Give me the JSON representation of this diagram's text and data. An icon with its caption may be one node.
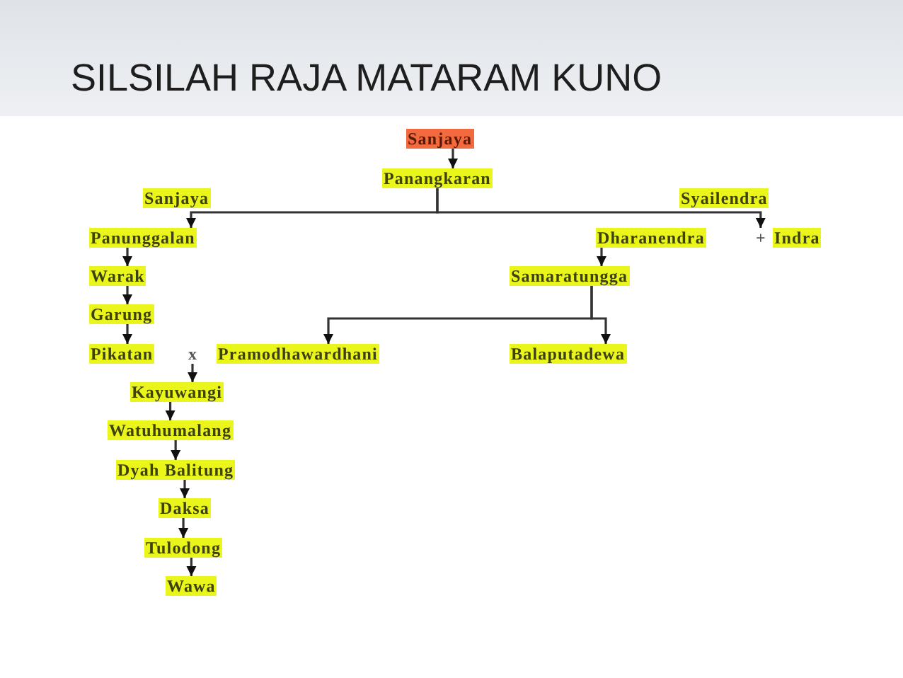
{
  "diagram": {
    "title": "SILSILAH RAJA MATARAM KUNO",
    "nodes": [
      {
        "text": [
          "Sanjaya"
        ]
      },
      {
        "text": [
          "Panangkaran"
        ]
      },
      {
        "text": [
          "Sanjaya"
        ]
      },
      {
        "text": [
          "Syailendra"
        ]
      },
      {
        "text": [
          "Panunggalan"
        ]
      },
      {
        "text": [
          "+"
        ]
      },
      {
        "text": [
          "Dharanendra"
        ]
      },
      {
        "text": [
          "Indra"
        ]
      },
      {
        "text": [
          "Warak"
        ]
      },
      {
        "text": [
          "Samaratungga"
        ]
      },
      {
        "text": [
          "Garung"
        ]
      },
      {
        "text": [
          "Pikatan"
        ]
      },
      {
        "text": [
          "x"
        ]
      },
      {
        "text": [
          "Pramodhawardhani"
        ]
      },
      {
        "text": [
          "Balaputadewa"
        ]
      },
      {
        "text": [
          "Kayuwangi"
        ]
      },
      {
        "text": [
          "Watuhumalang"
        ]
      },
      {
        "text": [
          "Dyah Balitung"
        ]
      },
      {
        "text": [
          "Daksa"
        ]
      },
      {
        "text": [
          "Tulodong"
        ]
      },
      {
        "text": [
          "Wawa"
        ]
      }
    ],
    "edges": [
      {
        "from": 0,
        "to": 1,
        "arrow": "to"
      },
      {
        "from": 1,
        "to": 4,
        "arrow": "to"
      },
      {
        "from": 1,
        "to": 5,
        "arrow": "to"
      },
      {
        "from": 4,
        "to": 8,
        "arrow": "to"
      },
      {
        "from": 8,
        "to": 10,
        "arrow": "to"
      },
      {
        "from": 10,
        "to": 11,
        "arrow": "to"
      },
      {
        "from": 6,
        "to": 9,
        "arrow": "to"
      },
      {
        "from": 9,
        "to": 13,
        "arrow": "to"
      },
      {
        "from": 9,
        "to": 14,
        "arrow": "to"
      },
      {
        "from": 12,
        "to": 15,
        "arrow": "to"
      },
      {
        "from": 15,
        "to": 16,
        "arrow": "to"
      },
      {
        "from": 16,
        "to": 17,
        "arrow": "to"
      },
      {
        "from": 17,
        "to": 18,
        "arrow": "to"
      },
      {
        "from": 18,
        "to": 19,
        "arrow": "to"
      },
      {
        "from": 19,
        "to": 20,
        "arrow": "to"
      }
    ]
  }
}
